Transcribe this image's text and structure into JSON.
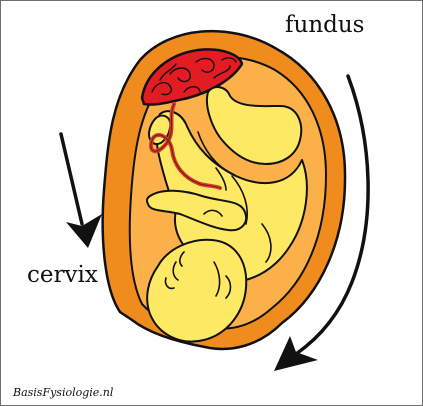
{
  "labels": {
    "fundus": "fundus",
    "cervix": "cervix",
    "credit": "BasisFysiologie.nl"
  },
  "colors": {
    "uterus_wall": "#f08c1e",
    "uterus_cavity": "#fbb04a",
    "fetus": "#fde964",
    "placenta": "#e31b23",
    "umbilical_cord": "#d93a2a",
    "outline": "#111111"
  }
}
